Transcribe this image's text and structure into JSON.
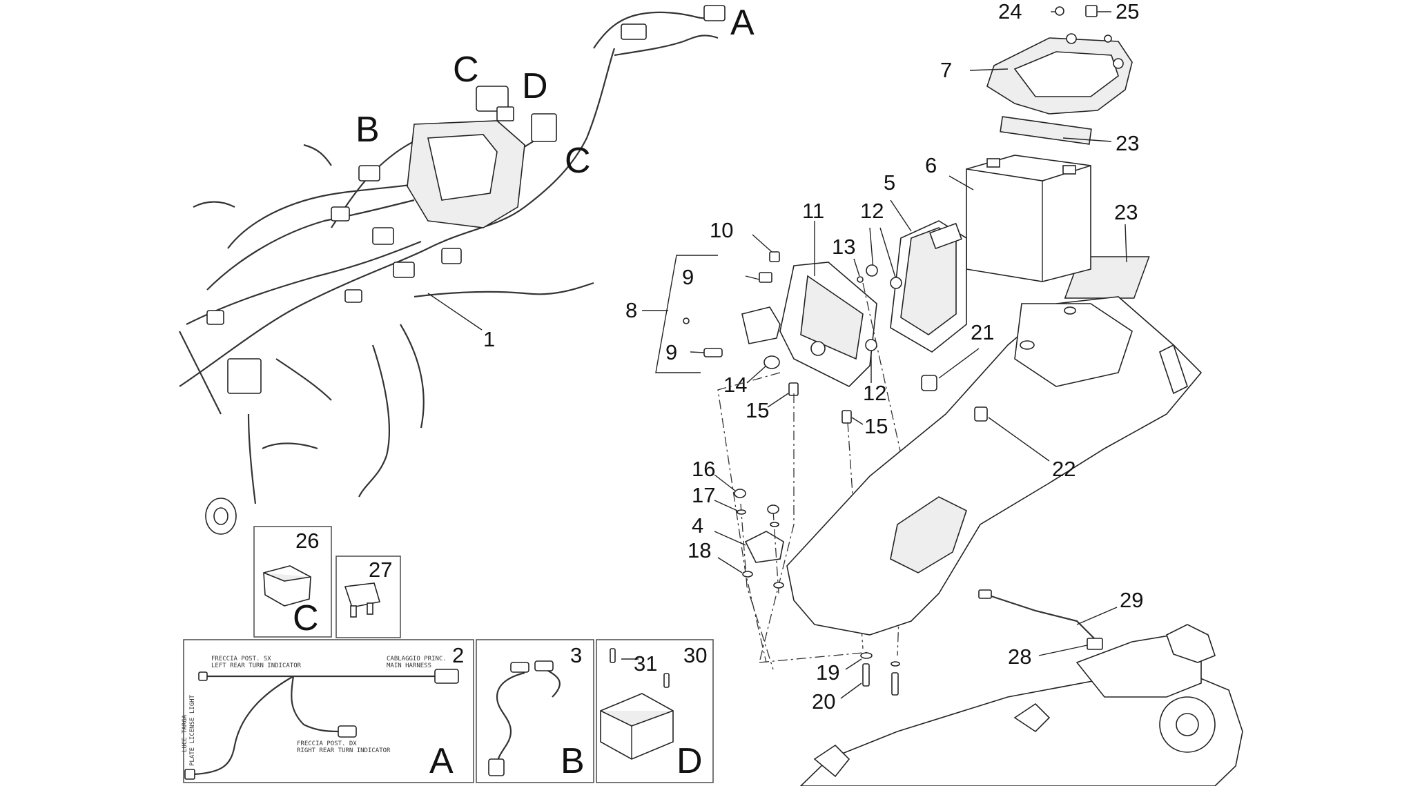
{
  "callouts": {
    "n1": "1",
    "n2": "2",
    "n3": "3",
    "n4": "4",
    "n5": "5",
    "n6": "6",
    "n7": "7",
    "n8": "8",
    "n9a": "9",
    "n9b": "9",
    "n10": "10",
    "n11": "11",
    "n12a": "12",
    "n12b": "12",
    "n13": "13",
    "n14": "14",
    "n15a": "15",
    "n15b": "15",
    "n16": "16",
    "n17": "17",
    "n18": "18",
    "n19": "19",
    "n20": "20",
    "n21": "21",
    "n22": "22",
    "n23a": "23",
    "n23b": "23",
    "n24": "24",
    "n25": "25",
    "n26": "26",
    "n27": "27",
    "n28": "28",
    "n29": "29",
    "n30": "30",
    "n31": "31"
  },
  "letters": {
    "harness_a": "A",
    "harness_b": "B",
    "harness_c1": "C",
    "harness_d": "D",
    "harness_c2": "C",
    "box26": "C",
    "box2": "A",
    "box3": "B",
    "box30": "D"
  },
  "box2_text": {
    "freccia_sx": "FRECCIA POST. SX",
    "freccia_sx_sub": "LEFT REAR TURN INDICATOR",
    "cablaggio": "CABLAGGIO PRINC.",
    "cablaggio_sub": "MAIN HARNESS",
    "freccia_dx": "FRECCIA POST. DX",
    "freccia_dx_sub": "RIGHT REAR TURN INDICATOR",
    "luce_targa": "LUCE TARGA",
    "luce_targa_sub": "PLATE LICENSE LIGHT"
  }
}
